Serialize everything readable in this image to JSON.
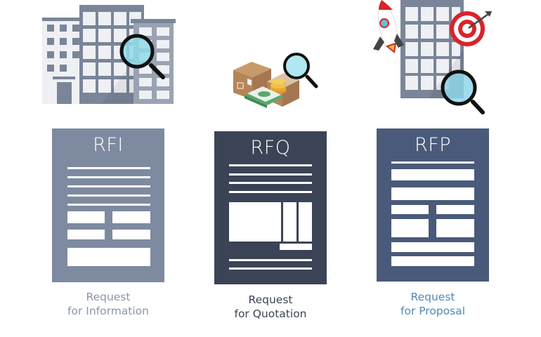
{
  "colors": {
    "rfi": "#7e8aa0",
    "rfq": "#3b4456",
    "rfp": "#4a5a7a",
    "rfi_caption": "#8b95a8",
    "rfq_caption": "#3b4456",
    "rfp_caption": "#4e8ab8"
  },
  "documents": [
    {
      "id": "rfi",
      "title": "RFI",
      "caption_line1": "Request",
      "caption_line2": "for Information",
      "illustration": "office-buildings-with-magnifier"
    },
    {
      "id": "rfq",
      "title": "RFQ",
      "caption_line1": "Request",
      "caption_line2": "for Quotation",
      "illustration": "boxes-money-coins-with-magnifier"
    },
    {
      "id": "rfp",
      "title": "RFP",
      "caption_line1": "Request",
      "caption_line2": "for Proposal",
      "illustration": "rocket-building-target-with-magnifier"
    }
  ]
}
